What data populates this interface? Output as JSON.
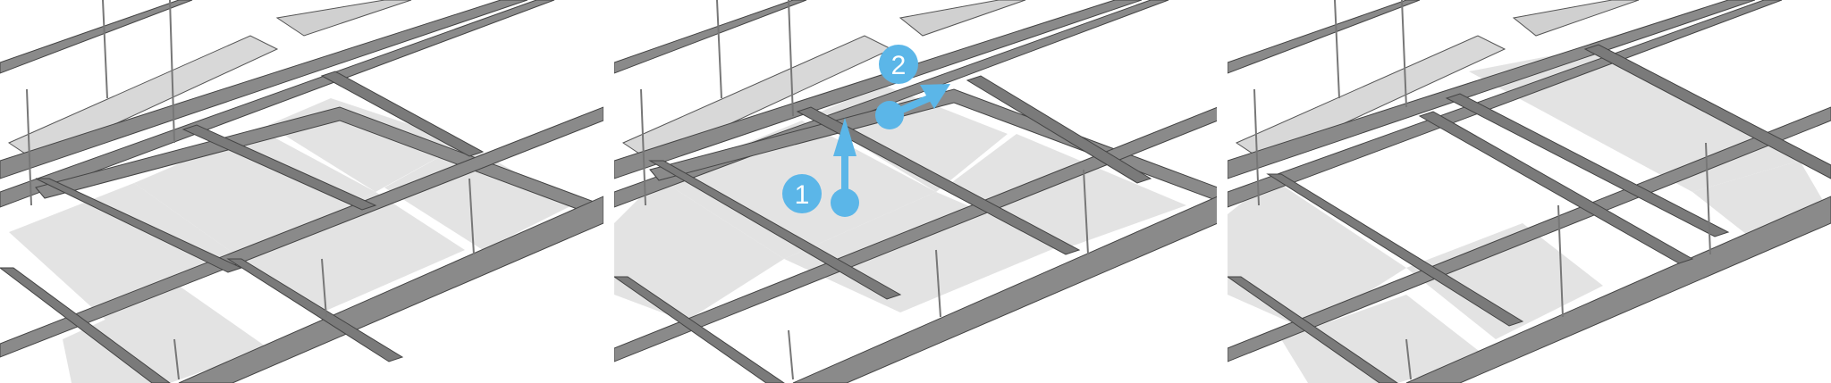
{
  "figure": {
    "type": "assembly-instruction-sequence",
    "subject": "suspended ceiling grid frame with panels",
    "panel_count": 3,
    "colors": {
      "marker_blue": "#5bb6e8",
      "marker_text": "#ffffff",
      "frame_dark": "#6e6e6e",
      "frame_mid": "#9a9a9a",
      "frame_light": "#c8c8c8",
      "panel_fill": "#e3e3e3",
      "background": "#ffffff"
    }
  },
  "panels": [
    {
      "id": "step-before",
      "description": "grid with all ceiling panels installed"
    },
    {
      "id": "step-action",
      "description": "panel lifted up then slid back",
      "markers": [
        {
          "label": "1",
          "action": "push-up",
          "arrow": "up"
        },
        {
          "label": "2",
          "action": "slide",
          "arrow": "diagonal-right"
        }
      ]
    },
    {
      "id": "step-after",
      "description": "panel removed, opening visible"
    }
  ]
}
